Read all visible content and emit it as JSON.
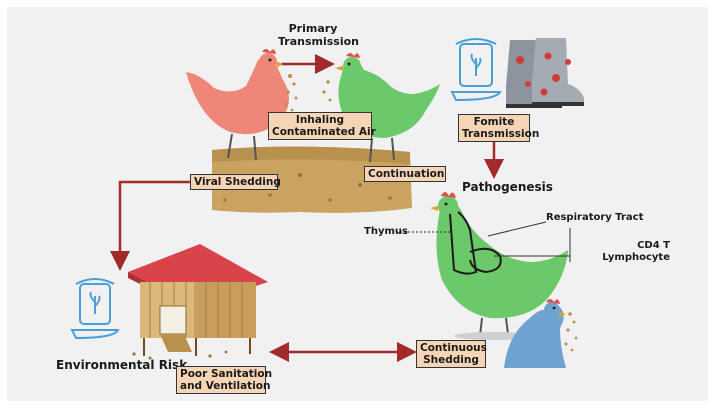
{
  "labels": {
    "primary_transmission_line1": "Primary",
    "primary_transmission_line2": "Transmission",
    "inhaling_line1": "Inhaling",
    "inhaling_line2": "Contaminated Air",
    "fomite_line1": "Fomite",
    "fomite_line2": "Transmission",
    "viral_shedding": "Viral Shedding",
    "continuation": "Continuation",
    "pathogenesis": "Pathogenesis",
    "thymus": "Thymus",
    "respiratory_tract": "Respiratory Tract",
    "cd4_line1": "CD4 T",
    "cd4_line2": "Lymphocyte",
    "environmental_risk": "Environmental Risk",
    "poor_sanitation_line1": "Poor Sanitation",
    "poor_sanitation_line2": "and Ventilation",
    "continuous_line1": "Continuous",
    "continuous_line2": "Shedding"
  },
  "colors": {
    "arrow": "#a12a2a",
    "label_box": "#f6d5b6",
    "infected_chicken": "#ef8778",
    "healthy_chicken": "#6cc96a",
    "blue_chicken": "#6fa3cf",
    "soil": "#c9a35f",
    "coop_roof": "#d9434a",
    "coop_wall": "#dcb77a",
    "virus": "#d33b3b",
    "boot": "#8c959d"
  }
}
